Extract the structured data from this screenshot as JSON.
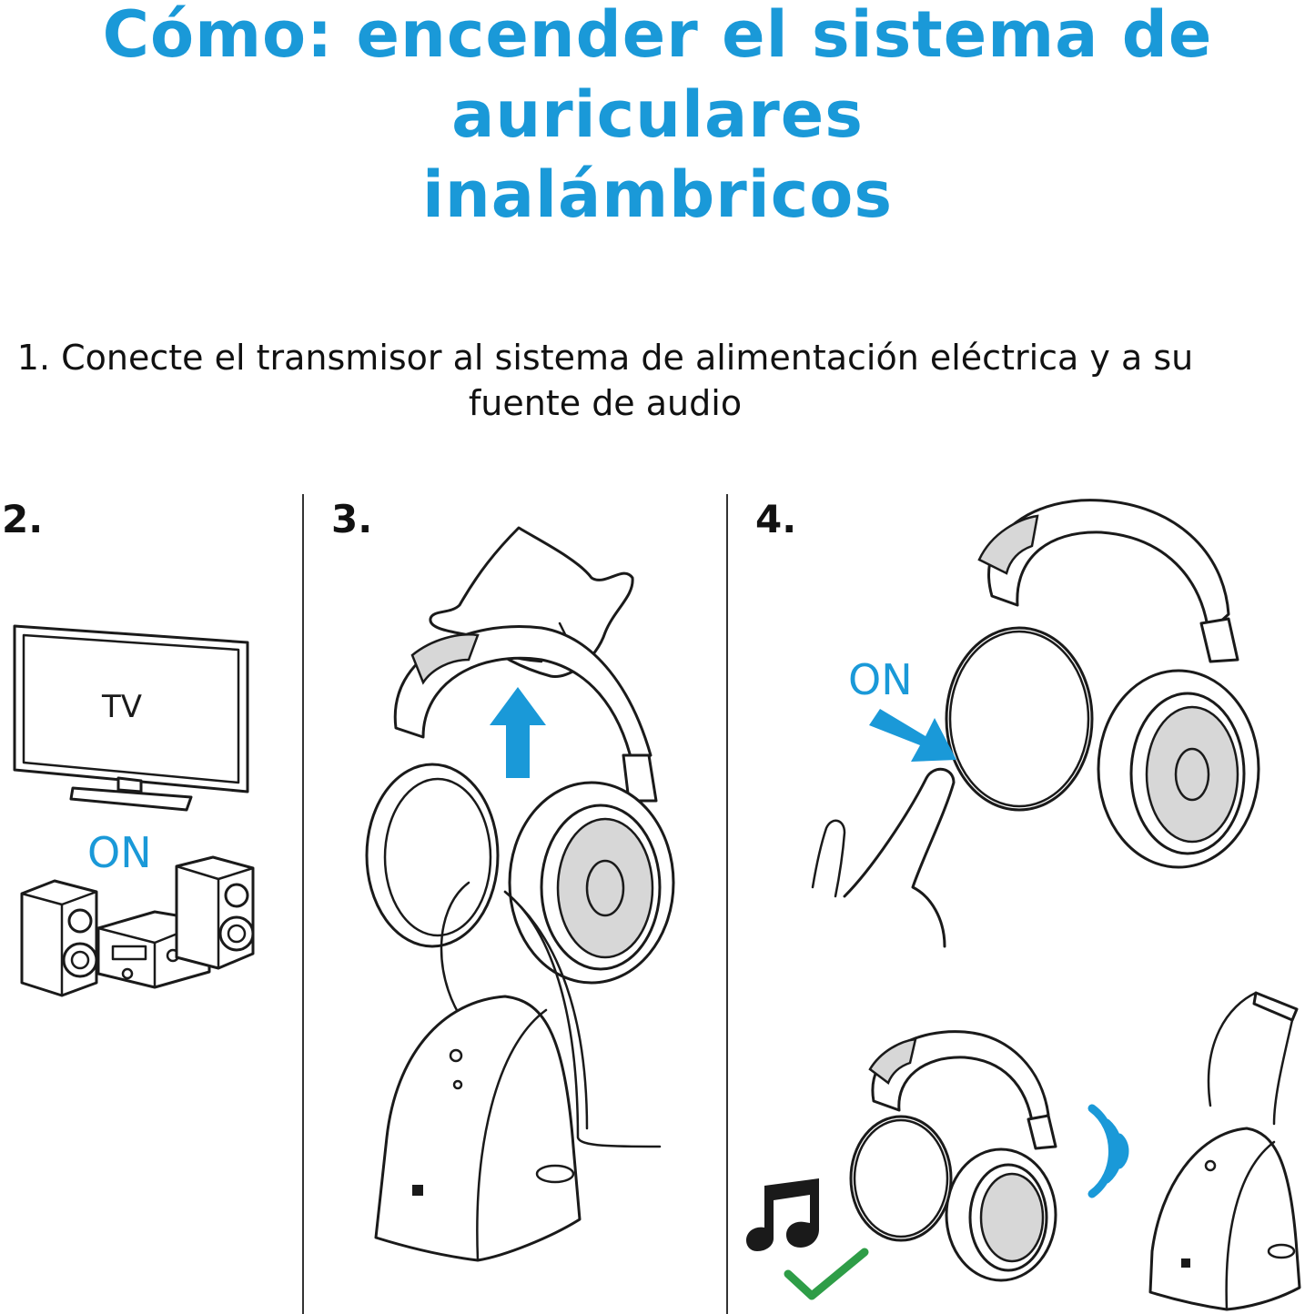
{
  "title": {
    "line1": "Cómo: encender el sistema de",
    "line2": "auriculares",
    "line3": "inalámbricos"
  },
  "step1": {
    "line1": "1. Conecte el transmisor al sistema de alimentación eléctrica y a su",
    "line2": "fuente de audio"
  },
  "steps": {
    "two": "2.",
    "three": "3.",
    "four": "4."
  },
  "panel2": {
    "tv_label": "TV",
    "on_label": "ON"
  },
  "panel4": {
    "on_label": "ON"
  },
  "colors": {
    "accent": "#1a99d8",
    "check": "#2e9d47",
    "text": "#111111"
  },
  "icons": {
    "tv": "tv-icon",
    "stereo": "stereo-system-icon",
    "hand": "hand-icon",
    "headphones": "headphones-icon",
    "transmitter": "transmitter-base-icon",
    "arrow_up": "arrow-up-icon",
    "arrow_press": "arrow-press-icon",
    "music_note": "music-note-icon",
    "wireless": "wireless-signal-icon",
    "check": "checkmark-icon"
  }
}
